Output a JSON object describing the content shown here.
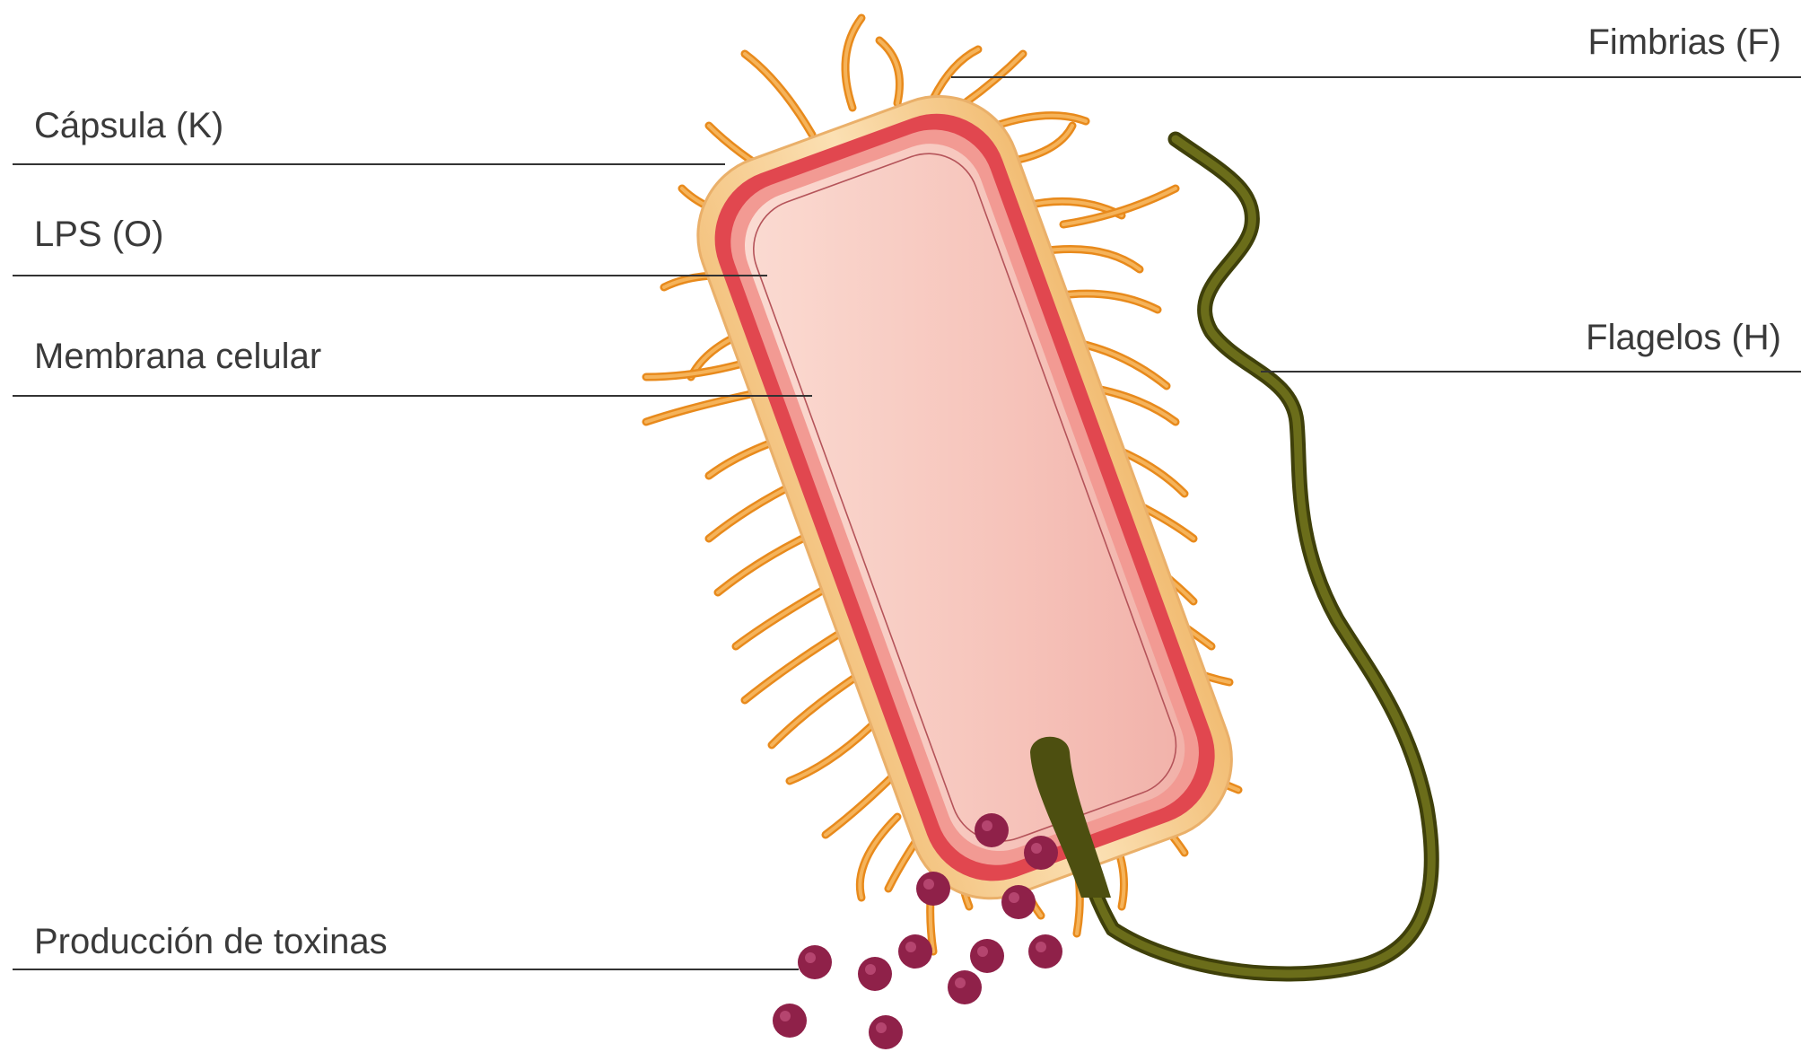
{
  "labels": {
    "capsula": "Cápsula (K)",
    "lps": "LPS (O)",
    "membrana": "Membrana celular",
    "toxinas": "Producción de toxinas",
    "fimbrias": "Fimbrias (F)",
    "flagelos": "Flagelos (H)"
  },
  "colors": {
    "capsule_fill": "#f7d39c",
    "wall_red": "#e1474f",
    "cytoplasm": "#f7c8c0",
    "fimbria": "#e88a1c",
    "fimbria_light": "#f5b35a",
    "flagellum": "#5a5c12",
    "toxin": "#8f2149",
    "leader_line": "#333333"
  },
  "icons": {
    "bacterium": "bacterium-cell",
    "toxin": "toxin-dot"
  }
}
